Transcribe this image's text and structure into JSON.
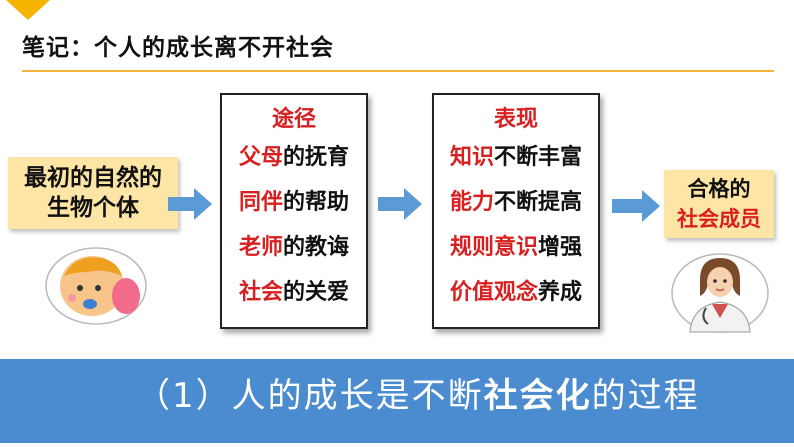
{
  "title": "笔记：个人的成长离不开社会",
  "left_box": {
    "line1": "最初的自然的",
    "line2": "生物个体"
  },
  "path_box": {
    "heading": "途径",
    "items": [
      {
        "red": "父母",
        "rest": "的抚育"
      },
      {
        "red": "同伴",
        "rest": "的帮助"
      },
      {
        "red": "老师",
        "rest": "的教诲"
      },
      {
        "red": "社会",
        "rest": "的关爱"
      }
    ]
  },
  "show_box": {
    "heading": "表现",
    "items": [
      {
        "red": "知识",
        "rest": "不断丰富"
      },
      {
        "red": "能力",
        "rest": "不断提高"
      },
      {
        "red": "规则意识",
        "rest": "增强"
      },
      {
        "red": "价值观念",
        "rest": "养成"
      }
    ]
  },
  "right_box": {
    "line1": "合格的",
    "line2": "社会成员"
  },
  "banner": {
    "prefix": "（1）人的成长是不断",
    "bold": "社会化",
    "suffix": "的过程"
  },
  "colors": {
    "accent_red": "#d82020",
    "banner_blue": "#4b8bcf",
    "box_yellow": "#fde6a5",
    "arrow_blue": "#5b9bd5"
  }
}
